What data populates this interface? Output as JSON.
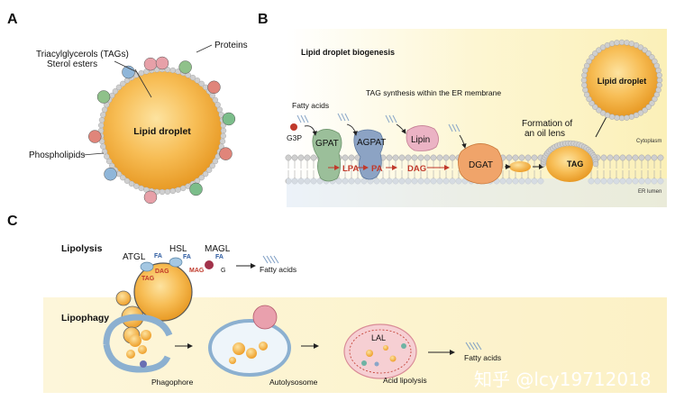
{
  "panels": {
    "a": {
      "letter": "A",
      "droplet_label": "Lipid droplet",
      "tag_label": "Triacylglycerols (TAGs)",
      "sterol_label": "Sterol esters",
      "proteins_label": "Proteins",
      "phospholipids_label": "Phospholipids"
    },
    "b": {
      "letter": "B",
      "title": "Lipid droplet biogenesis",
      "subtitle": "TAG synthesis within the ER membrane",
      "fatty_acids": "Fatty acids",
      "g3p": "G3P",
      "gpat": "GPAT",
      "agpat": "AGPAT",
      "lipin": "Lipin",
      "dgat": "DGAT",
      "lpa": "LPA",
      "pa": "PA",
      "dag": "DAG",
      "oil_lens_1": "Formation of",
      "oil_lens_2": "an oil lens",
      "tag": "TAG",
      "droplet": "Lipid droplet",
      "cytoplasm": "Cytoplasm",
      "er_lumen": "ER lumen"
    },
    "c": {
      "letter": "C",
      "lipolysis": "Lipolysis",
      "atgl": "ATGL",
      "hsl": "HSL",
      "magl": "MAGL",
      "fa": "FA",
      "tag": "TAG",
      "dag": "DAG",
      "mag": "MAG",
      "g": "G",
      "fatty_acids": "Fatty acids",
      "lipophagy": "Lipophagy",
      "phagophore": "Phagophore",
      "autolysosome": "Autolysosome",
      "lal": "LAL",
      "acid_lipolysis": "Acid lipolysis",
      "fatty_acids_2": "Fatty acids"
    }
  },
  "watermark": "知乎 @lcy19712018",
  "colors": {
    "droplet": "#f2a93b",
    "ldp_gradient_light": "#fdd88a",
    "panel_b_bg": "#fdf6cf",
    "panel_c_bg": "#fcf4d0",
    "membrane_head": "#c9c9c9",
    "arrow_red": "#c0392b"
  }
}
